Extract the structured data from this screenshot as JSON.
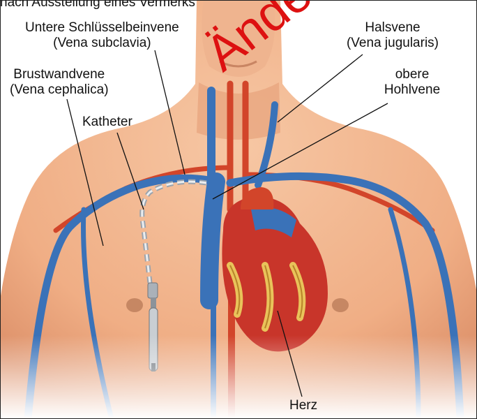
{
  "top_caption": "nach Ausstellung eines Vermerks",
  "watermark_text": "Änderung",
  "labels": {
    "subclavia_1": "Untere Schlüsselbeinvene",
    "subclavia_2": "(Vena subclavia)",
    "jugularis_1": "Halsvene",
    "jugularis_2": "(Vena jugularis)",
    "cephalica_1": "Brustwandvene",
    "cephalica_2": "(Vena cephalica)",
    "cava_1": "obere",
    "cava_2": "Hohlvene",
    "catheter": "Katheter",
    "heart": "Herz"
  },
  "colors": {
    "skin": "#f2b48d",
    "skin_shadow": "#d98a62",
    "vein": "#3a72b8",
    "vein_dark": "#1f4f8f",
    "artery": "#d2452a",
    "heart": "#c8352a",
    "fat": "#e9c35a",
    "watermark": "#dd1111"
  }
}
